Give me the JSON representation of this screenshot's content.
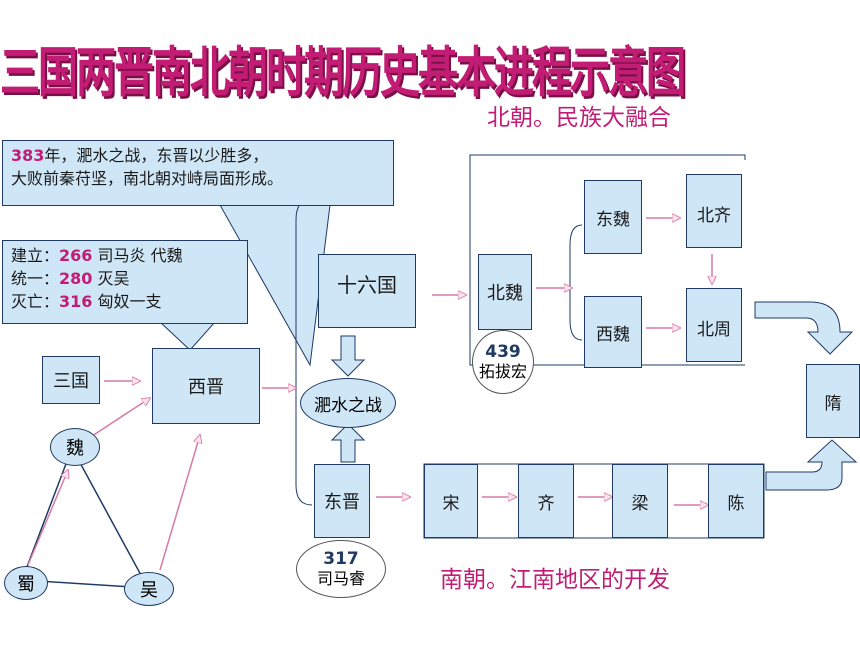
{
  "title": "三国两晋南北朝时期历史基本进程示意图",
  "north_caption": "北朝。民族大融合",
  "south_caption": "南朝。江南地区的开发",
  "callout_feishui": {
    "line1_year": "383",
    "line1_rest": "年，淝水之战，东晋以少胜多，",
    "line2": "大败前秦苻坚，南北朝对峙局面形成。"
  },
  "callout_xijin": {
    "l1_label": "建立：",
    "l1_num": "266",
    "l1_rest": " 司马炎 代魏",
    "l2_label": "统一：",
    "l2_num": "280",
    "l2_rest": " 灭吴",
    "l3_label": "灭亡：",
    "l3_num": "316",
    "l3_rest": " 匈奴一支"
  },
  "nodes": {
    "sanguo": "三国",
    "xijin": "西晋",
    "wei": "魏",
    "shu": "蜀",
    "wu": "吴",
    "shiliuguo": "十六国",
    "feishui": "淝水之战",
    "dongjin": "东晋",
    "beiwei": "北魏",
    "dongwei": "东魏",
    "xiwei": "西魏",
    "beiqi": "北齐",
    "beizhou": "北周",
    "song": "宋",
    "qi": "齐",
    "liang": "梁",
    "chen": "陈",
    "sui": "隋"
  },
  "badges": {
    "beiwei_year": "439",
    "beiwei_name": "拓拔宏",
    "dongjin_year": "317",
    "dongjin_name": "司马睿"
  },
  "colors": {
    "box_fill": "#cfe6f7",
    "accent": "#c21c74",
    "border": "#1f3b64",
    "arrow": "#d77aa6"
  }
}
